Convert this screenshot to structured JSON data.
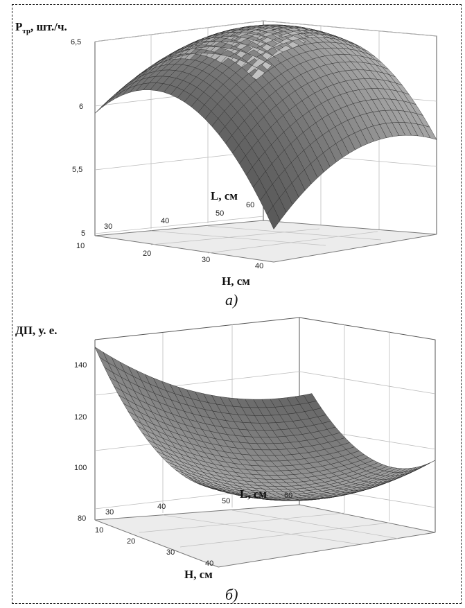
{
  "chart_data": [
    {
      "type": "surface3d",
      "zlabel_main": "P",
      "zlabel_sub": "тр",
      "zlabel_rest": ", шт./ч.",
      "xlabel": "H, см",
      "ylabel": "L, см",
      "caption": "а)",
      "x_ticks": [
        "10",
        "20",
        "30",
        "40"
      ],
      "y_ticks": [
        "30",
        "40",
        "50",
        "60"
      ],
      "z_ticks": [
        "5",
        "5,5",
        "6",
        "6,5"
      ],
      "xlim": [
        10,
        40
      ],
      "ylim": [
        30,
        60
      ],
      "zlim": [
        5,
        6.5
      ],
      "surface": "concave-down paraboloid; max ≈6.45 near H≈22, L≈48; min ≈5.0 at H=40, L=30"
    },
    {
      "type": "surface3d",
      "zlabel": "ДП, у. е.",
      "xlabel": "H, см",
      "ylabel": "L, см",
      "caption": "б)",
      "x_ticks": [
        "10",
        "20",
        "30",
        "40"
      ],
      "y_ticks": [
        "30",
        "40",
        "50",
        "60"
      ],
      "z_ticks": [
        "80",
        "100",
        "120",
        "140"
      ],
      "xlim": [
        10,
        40
      ],
      "ylim": [
        30,
        60
      ],
      "zlim": [
        80,
        150
      ],
      "surface": "concave-up paraboloid; max ≈148 at H=10, L=30; min ≈93 near H≈30, L≈50"
    }
  ]
}
